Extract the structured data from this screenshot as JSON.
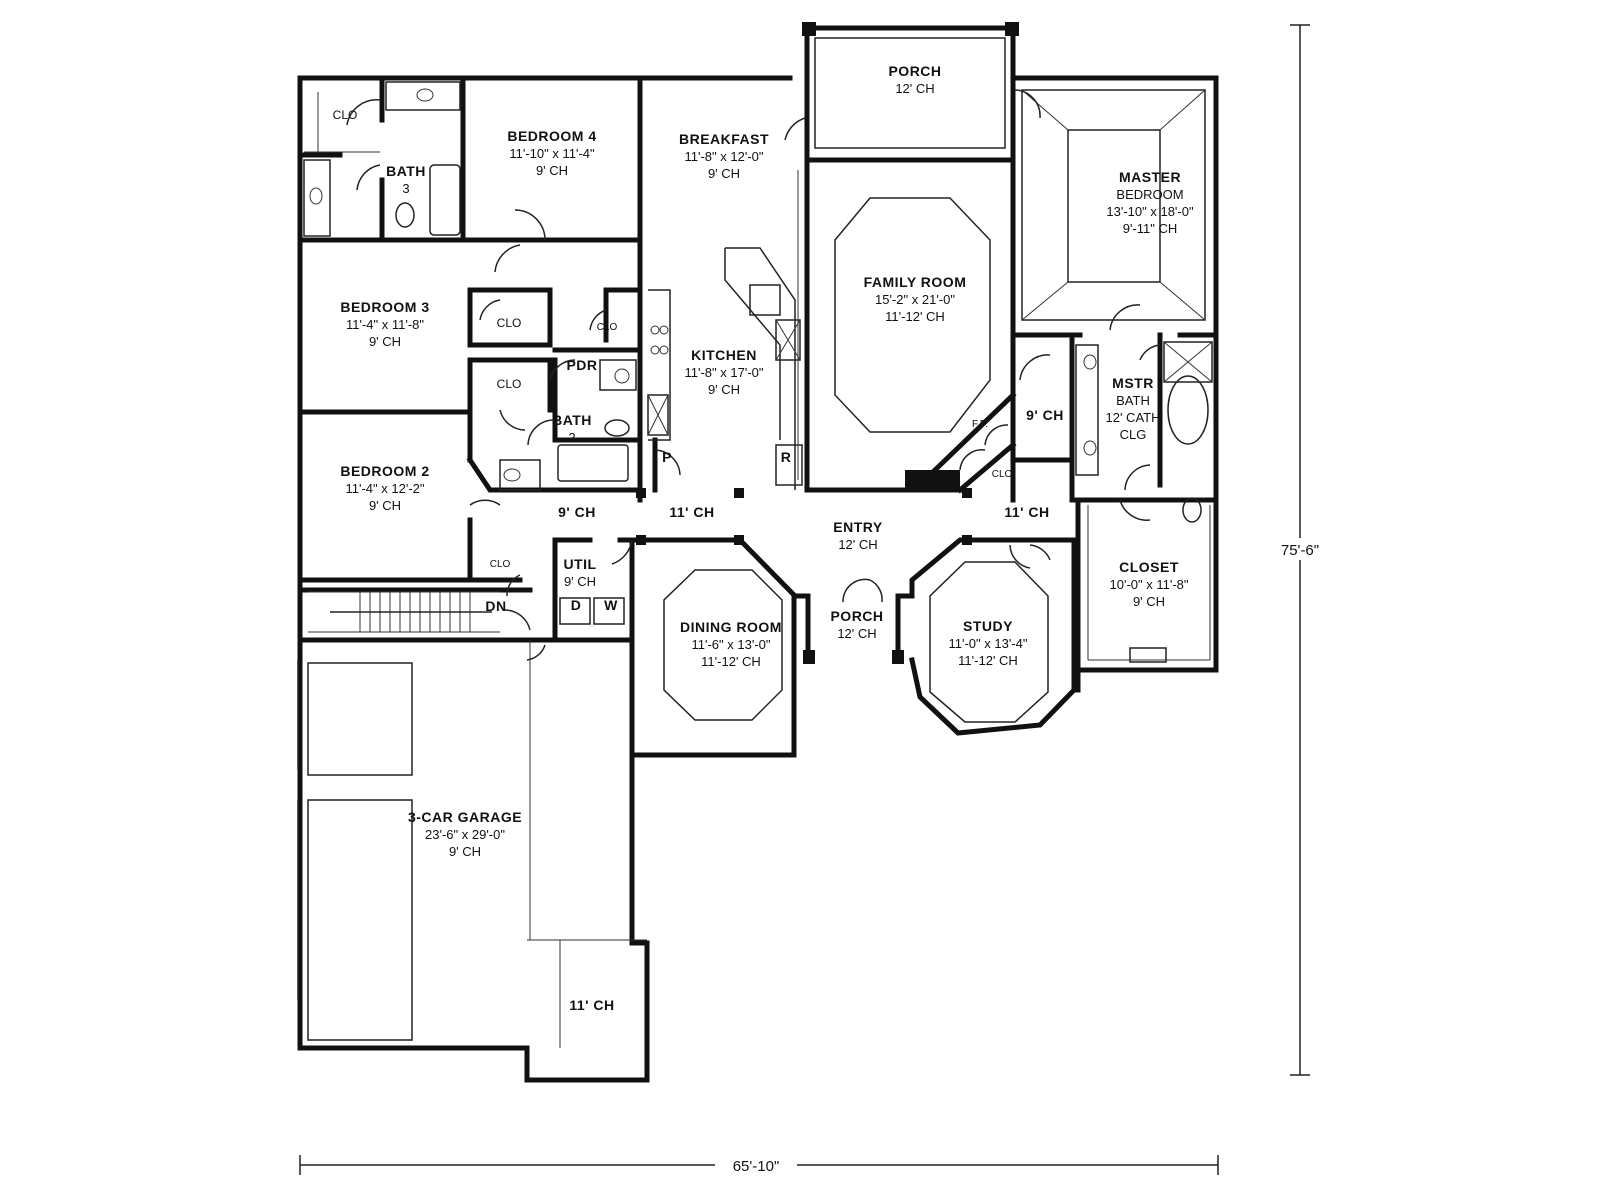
{
  "plan": {
    "rooms": [
      {
        "id": "porch-back",
        "lines": [
          "PORCH",
          "12' CH"
        ]
      },
      {
        "id": "clo-bath3",
        "lines": [
          "CLO"
        ]
      },
      {
        "id": "bath-3",
        "lines": [
          "BATH",
          "3"
        ]
      },
      {
        "id": "bedroom-4",
        "lines": [
          "BEDROOM 4",
          "11'-10\" x 11'-4\"",
          "9' CH"
        ]
      },
      {
        "id": "breakfast",
        "lines": [
          "BREAKFAST",
          "11'-8\" x 12'-0\"",
          "9' CH"
        ]
      },
      {
        "id": "master-bedroom",
        "lines": [
          "MASTER",
          "BEDROOM",
          "13'-10\" x 18'-0\"",
          "9'-11\" CH"
        ]
      },
      {
        "id": "family-room",
        "lines": [
          "FAMILY ROOM",
          "15'-2\" x 21'-0\"",
          "11'-12' CH"
        ]
      },
      {
        "id": "bedroom-3",
        "lines": [
          "BEDROOM 3",
          "11'-4\" x 11'-8\"",
          "9' CH"
        ]
      },
      {
        "id": "clo-bed3",
        "lines": [
          "CLO"
        ]
      },
      {
        "id": "clo-pdr",
        "lines": [
          "CLO"
        ]
      },
      {
        "id": "clo-bath2",
        "lines": [
          "CLO"
        ]
      },
      {
        "id": "pdr",
        "lines": [
          "PDR"
        ]
      },
      {
        "id": "kitchen",
        "lines": [
          "KITCHEN",
          "11'-8\" x 17'-0\"",
          "9' CH"
        ]
      },
      {
        "id": "bath-2",
        "lines": [
          "BATH",
          "2"
        ]
      },
      {
        "id": "pantry",
        "lines": [
          "P"
        ]
      },
      {
        "id": "refrigerator",
        "lines": [
          "R"
        ]
      },
      {
        "id": "fireplace",
        "lines": [
          "F.P."
        ]
      },
      {
        "id": "hall-right",
        "lines": [
          "9' CH"
        ]
      },
      {
        "id": "mstr-bath",
        "lines": [
          "MSTR",
          "BATH",
          "12' CATH",
          "CLG"
        ]
      },
      {
        "id": "clo-entry",
        "lines": [
          "CLO"
        ]
      },
      {
        "id": "bedroom-2",
        "lines": [
          "BEDROOM 2",
          "11'-4\" x 12'-2\"",
          "9' CH"
        ]
      },
      {
        "id": "hall-left",
        "lines": [
          "9' CH"
        ]
      },
      {
        "id": "hall-center",
        "lines": [
          "11' CH"
        ]
      },
      {
        "id": "entry",
        "lines": [
          "ENTRY",
          "12' CH"
        ]
      },
      {
        "id": "hall-study",
        "lines": [
          "11' CH"
        ]
      },
      {
        "id": "clo-util",
        "lines": [
          "CLO"
        ]
      },
      {
        "id": "util",
        "lines": [
          "UTIL",
          "9' CH"
        ]
      },
      {
        "id": "dryer",
        "lines": [
          "D"
        ]
      },
      {
        "id": "washer",
        "lines": [
          "W"
        ]
      },
      {
        "id": "stair-down",
        "lines": [
          "DN"
        ]
      },
      {
        "id": "closet",
        "lines": [
          "CLOSET",
          "10'-0\" x 11'-8\"",
          "9' CH"
        ]
      },
      {
        "id": "dining-room",
        "lines": [
          "DINING ROOM",
          "11'-6\" x 13'-0\"",
          "11'-12' CH"
        ]
      },
      {
        "id": "porch-front",
        "lines": [
          "PORCH",
          "12' CH"
        ]
      },
      {
        "id": "study",
        "lines": [
          "STUDY",
          "11'-0\" x 13'-4\"",
          "11'-12' CH"
        ]
      },
      {
        "id": "garage",
        "lines": [
          "3-CAR GARAGE",
          "23'-6\" x 29'-0\"",
          "9' CH"
        ]
      },
      {
        "id": "garage-bay",
        "lines": [
          "11' CH"
        ]
      }
    ],
    "overall_width": "65'-10\"",
    "overall_depth": "75'-6\""
  }
}
